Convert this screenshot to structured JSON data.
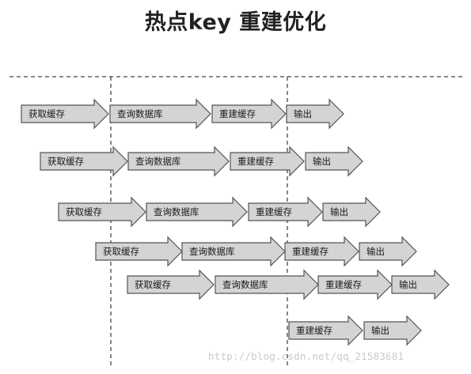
{
  "title": "热点key 重建优化",
  "watermark": "http://blog.csdn.net/qq_21583681",
  "steps": {
    "get_cache": "获取缓存",
    "query_db": "查询数据库",
    "rebuild_cache": "重建缓存",
    "output": "输出"
  },
  "threads": [
    [
      "get_cache",
      "query_db",
      "rebuild_cache",
      "output"
    ],
    [
      "get_cache",
      "query_db",
      "rebuild_cache",
      "output"
    ],
    [
      "get_cache",
      "query_db",
      "rebuild_cache",
      "output"
    ],
    [
      "get_cache",
      "query_db",
      "rebuild_cache",
      "output"
    ],
    [
      "get_cache",
      "query_db",
      "rebuild_cache",
      "output"
    ],
    [
      "rebuild_cache",
      "output"
    ]
  ],
  "colors": {
    "arrow_fill": "#d4d4d4",
    "arrow_stroke": "#555555",
    "dash_line": "#444444"
  }
}
